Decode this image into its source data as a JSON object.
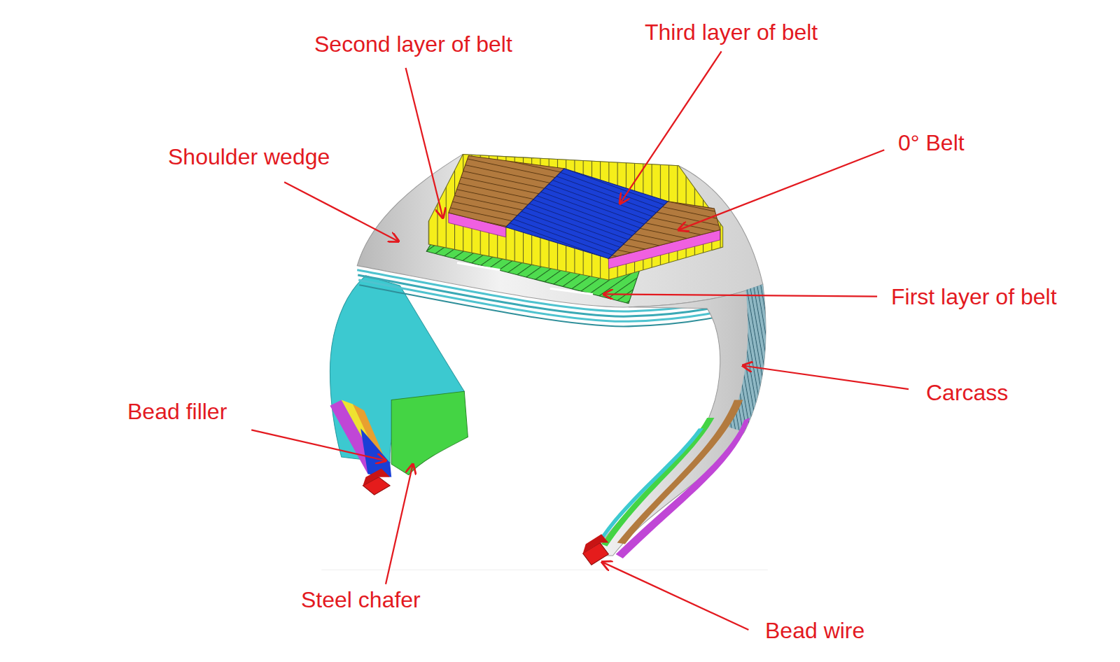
{
  "diagram": {
    "labels": [
      "Third layer of belt",
      "Second layer of belt",
      "0° Belt",
      "Shoulder wedge",
      "First layer of belt",
      "Carcass",
      "Bead filler",
      "Steel chafer",
      "Bead wire"
    ]
  }
}
